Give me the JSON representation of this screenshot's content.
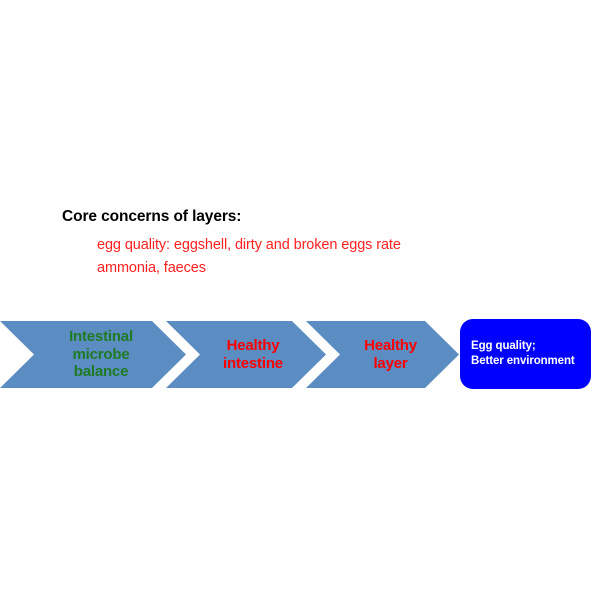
{
  "slide": {
    "background_color": "#FFFFFF",
    "concerns": {
      "heading": "Core concerns of layers:",
      "heading_color": "#000000",
      "items": [
        "egg quality: eggshell, dirty and broken eggs rate",
        "ammonia, faeces"
      ],
      "items_color": "#FF2020"
    },
    "flow": {
      "chevron_fill": "#5B8CC2",
      "steps": [
        {
          "label": "Intestinal\nmicrobe\nbalance",
          "text_color": "#1E7B24"
        },
        {
          "label": "Healthy\nintestine",
          "text_color": "#FF0000"
        },
        {
          "label": "Healthy\nlayer",
          "text_color": "#FF0000"
        }
      ],
      "outcome": {
        "label": "Egg quality;\nBetter environment",
        "fill_color": "#0000FF",
        "text_color": "#FFFFFF"
      }
    }
  }
}
